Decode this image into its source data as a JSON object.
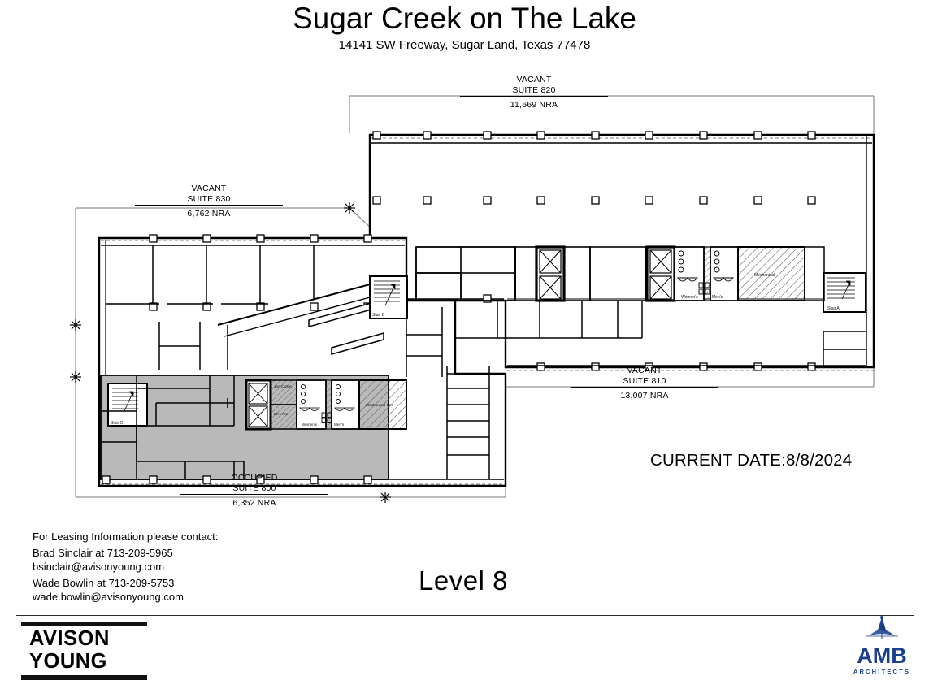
{
  "header": {
    "title": "Sugar Creek on The Lake",
    "subtitle": "14141 SW Freeway, Sugar Land, Texas 77478"
  },
  "level_label": "Level 8",
  "current_date_label": "CURRENT DATE:8/8/2024",
  "suites": [
    {
      "id": "820",
      "status": "VACANT",
      "suite_label": "SUITE 820",
      "area": "11,669 NRA",
      "occupied": false
    },
    {
      "id": "830",
      "status": "VACANT",
      "suite_label": "SUITE 830",
      "area": "6,762 NRA",
      "occupied": false
    },
    {
      "id": "810",
      "status": "VACANT",
      "suite_label": "SUITE 810",
      "area": "13,007 NRA",
      "occupied": false
    },
    {
      "id": "800",
      "status": "OCCUPIED",
      "suite_label": "SUITE 800",
      "area": "6,352 NRA",
      "occupied": true
    }
  ],
  "leasing": {
    "heading": "For Leasing Information please contact:",
    "contacts": [
      {
        "name_phone": "Brad Sinclair at 713-209-5965",
        "email": "bsinclair@avisonyoung.com"
      },
      {
        "name_phone": "Wade Bowlin at 713-209-5753",
        "email": "wade.bowlin@avisonyoung.com"
      }
    ]
  },
  "brand": {
    "avison_young_line1": "AVISON",
    "avison_young_line2": "YOUNG",
    "amb_wordmark": "AMB",
    "amb_subtitle": "ARCHITECTS"
  },
  "plan_labels": {
    "stair_a": "Stair A",
    "stair_b": "Stair B",
    "stair_c": "Stair C",
    "womens_right": "Women's",
    "mens_right": "Men's",
    "mechanical_right": "Mechanical",
    "womens_left": "Women's",
    "mens_left": "Men's",
    "mechanical_left": "Mechanical Rm",
    "elec_left": "Elec Rm",
    "jan_left": "Jan Closet"
  },
  "colors": {
    "occupied_fill": "#b9b9b9",
    "wall_stroke": "#000000",
    "hatch_stroke": "#4a4a4a",
    "accent_blue": "#1b3f8f",
    "background": "#ffffff"
  }
}
